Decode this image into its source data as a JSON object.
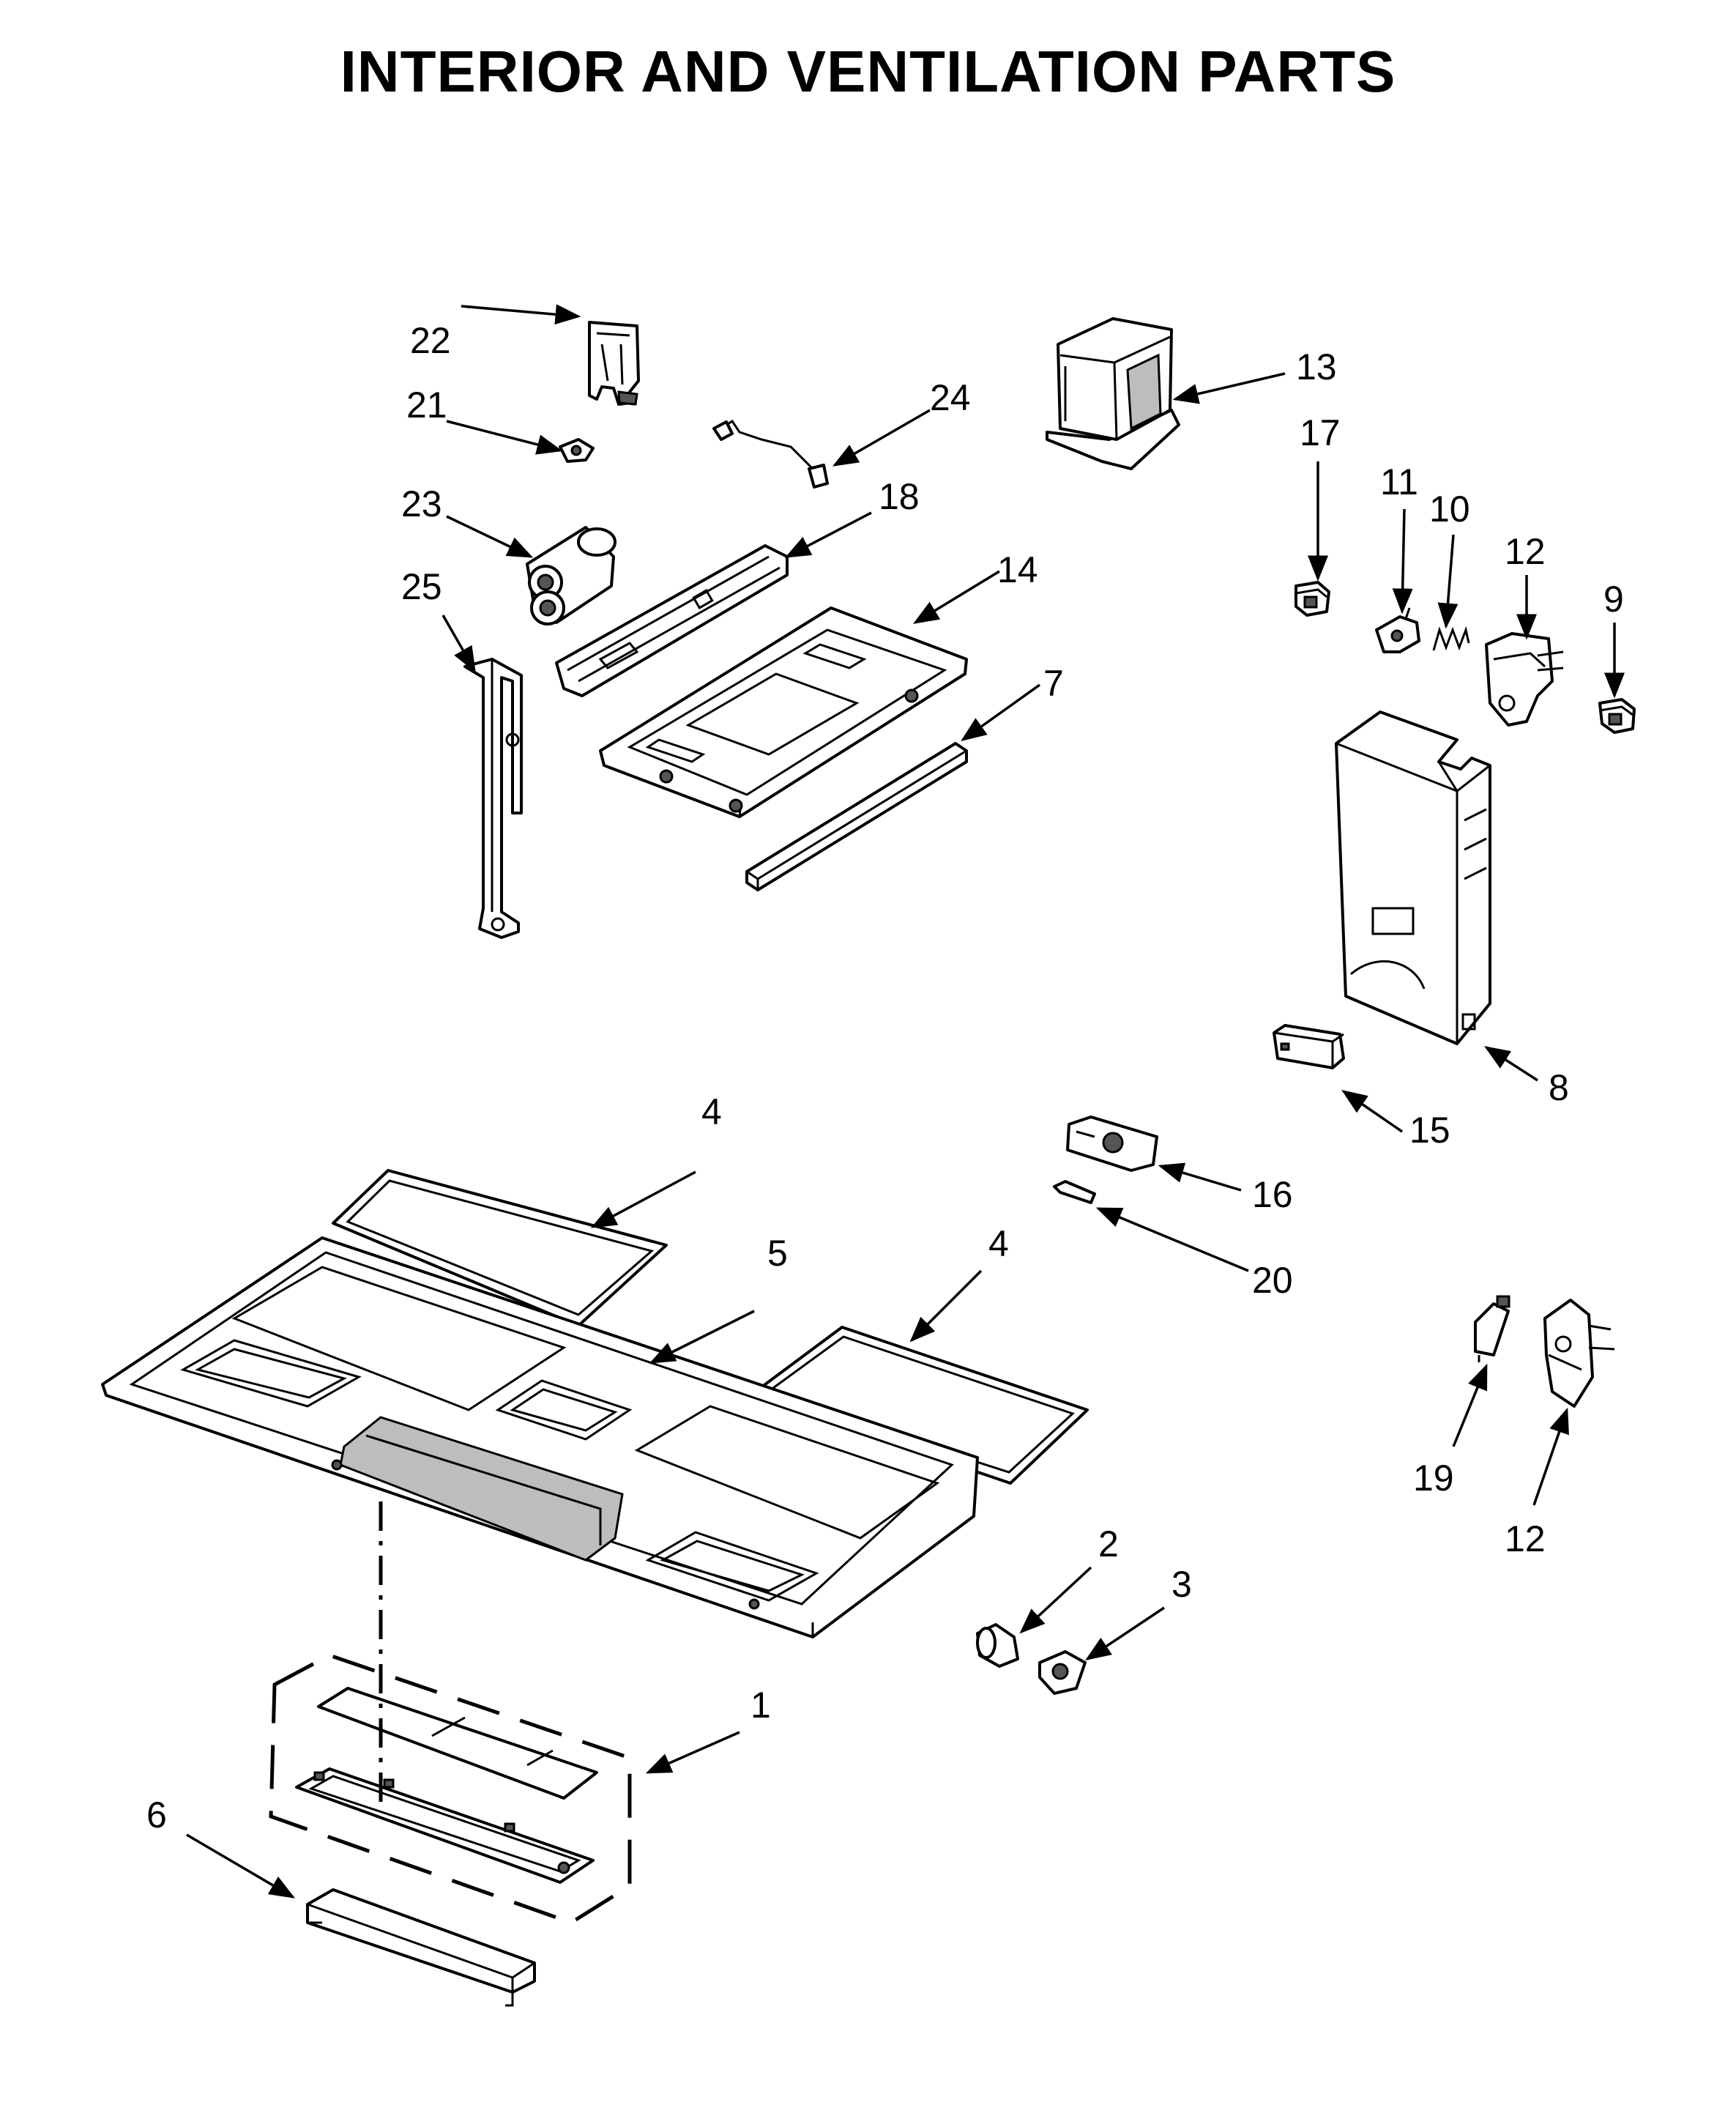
{
  "title": "INTERIOR AND VENTILATION PARTS",
  "labels": {
    "p1": "1",
    "p2": "2",
    "p3": "3",
    "p4a": "4",
    "p4b": "4",
    "p5": "5",
    "p6": "6",
    "p7": "7",
    "p8": "8",
    "p9": "9",
    "p10": "10",
    "p11": "11",
    "p12a": "12",
    "p12b": "12",
    "p13": "13",
    "p14": "14",
    "p15": "15",
    "p16": "16",
    "p17": "17",
    "p18": "18",
    "p19": "19",
    "p20": "20",
    "p21": "21",
    "p22": "22",
    "p23": "23",
    "p24": "24",
    "p25": "25"
  }
}
